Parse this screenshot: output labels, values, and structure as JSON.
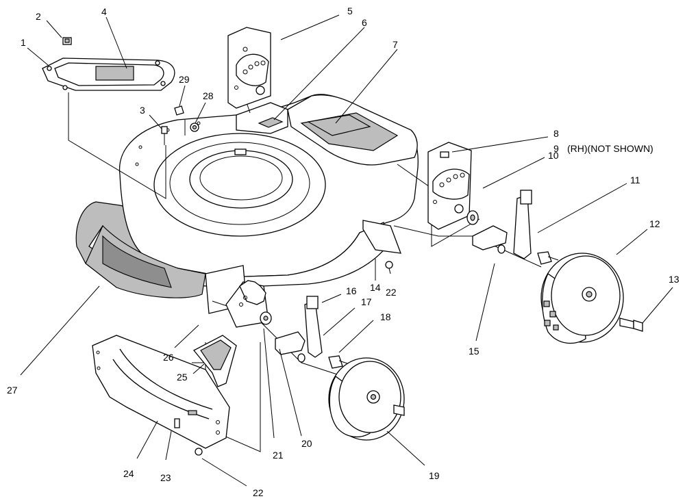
{
  "callouts": [
    {
      "id": "c1",
      "text": "1"
    },
    {
      "id": "c2",
      "text": "2"
    },
    {
      "id": "c3",
      "text": "3"
    },
    {
      "id": "c4",
      "text": "4"
    },
    {
      "id": "c5",
      "text": "5"
    },
    {
      "id": "c6",
      "text": "6"
    },
    {
      "id": "c7",
      "text": "7"
    },
    {
      "id": "c8",
      "text": "8"
    },
    {
      "id": "c9",
      "text": "9"
    },
    {
      "id": "c9note",
      "text": "(RH)(NOT SHOWN)"
    },
    {
      "id": "c10",
      "text": "10"
    },
    {
      "id": "c11",
      "text": "11"
    },
    {
      "id": "c12",
      "text": "12"
    },
    {
      "id": "c13",
      "text": "13"
    },
    {
      "id": "c14",
      "text": "14"
    },
    {
      "id": "c15",
      "text": "15"
    },
    {
      "id": "c16",
      "text": "16"
    },
    {
      "id": "c17",
      "text": "17"
    },
    {
      "id": "c18",
      "text": "18"
    },
    {
      "id": "c19",
      "text": "19"
    },
    {
      "id": "c20",
      "text": "20"
    },
    {
      "id": "c21",
      "text": "21"
    },
    {
      "id": "c22a",
      "text": "22"
    },
    {
      "id": "c22b",
      "text": "22"
    },
    {
      "id": "c23",
      "text": "23"
    },
    {
      "id": "c24",
      "text": "24"
    },
    {
      "id": "c25",
      "text": "25"
    },
    {
      "id": "c26",
      "text": "26"
    },
    {
      "id": "c27",
      "text": "27"
    },
    {
      "id": "c28",
      "text": "28"
    },
    {
      "id": "c29",
      "text": "29"
    }
  ]
}
